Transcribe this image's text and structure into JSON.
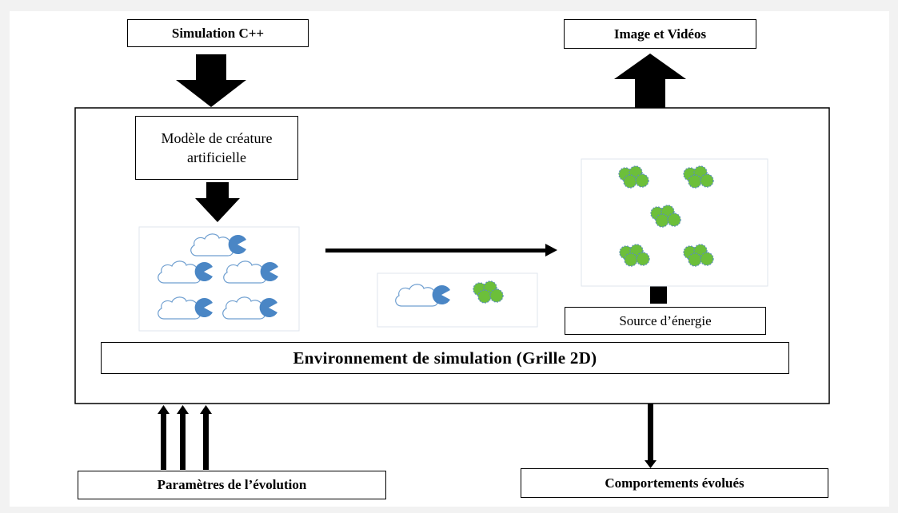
{
  "diagram": {
    "top_left_box": "Simulation C++",
    "top_right_box": "Image et Vidéos",
    "model_box": "Modèle de créature artificielle",
    "energy_box": "Source d’énergie",
    "environment_box": "Environnement de simulation (Grille 2D)",
    "bottom_left_box": "Paramètres de l’évolution",
    "bottom_right_box": "Comportements évolués"
  },
  "colors": {
    "creature_fill": "#4a86c5",
    "food_fill": "#6cbf3a",
    "food_stroke": "#5b8fb5",
    "cloud_stroke": "#6f9fd0"
  },
  "icons": {
    "creature": "pacman-cloud-icon",
    "food": "food-cluster-icon"
  }
}
